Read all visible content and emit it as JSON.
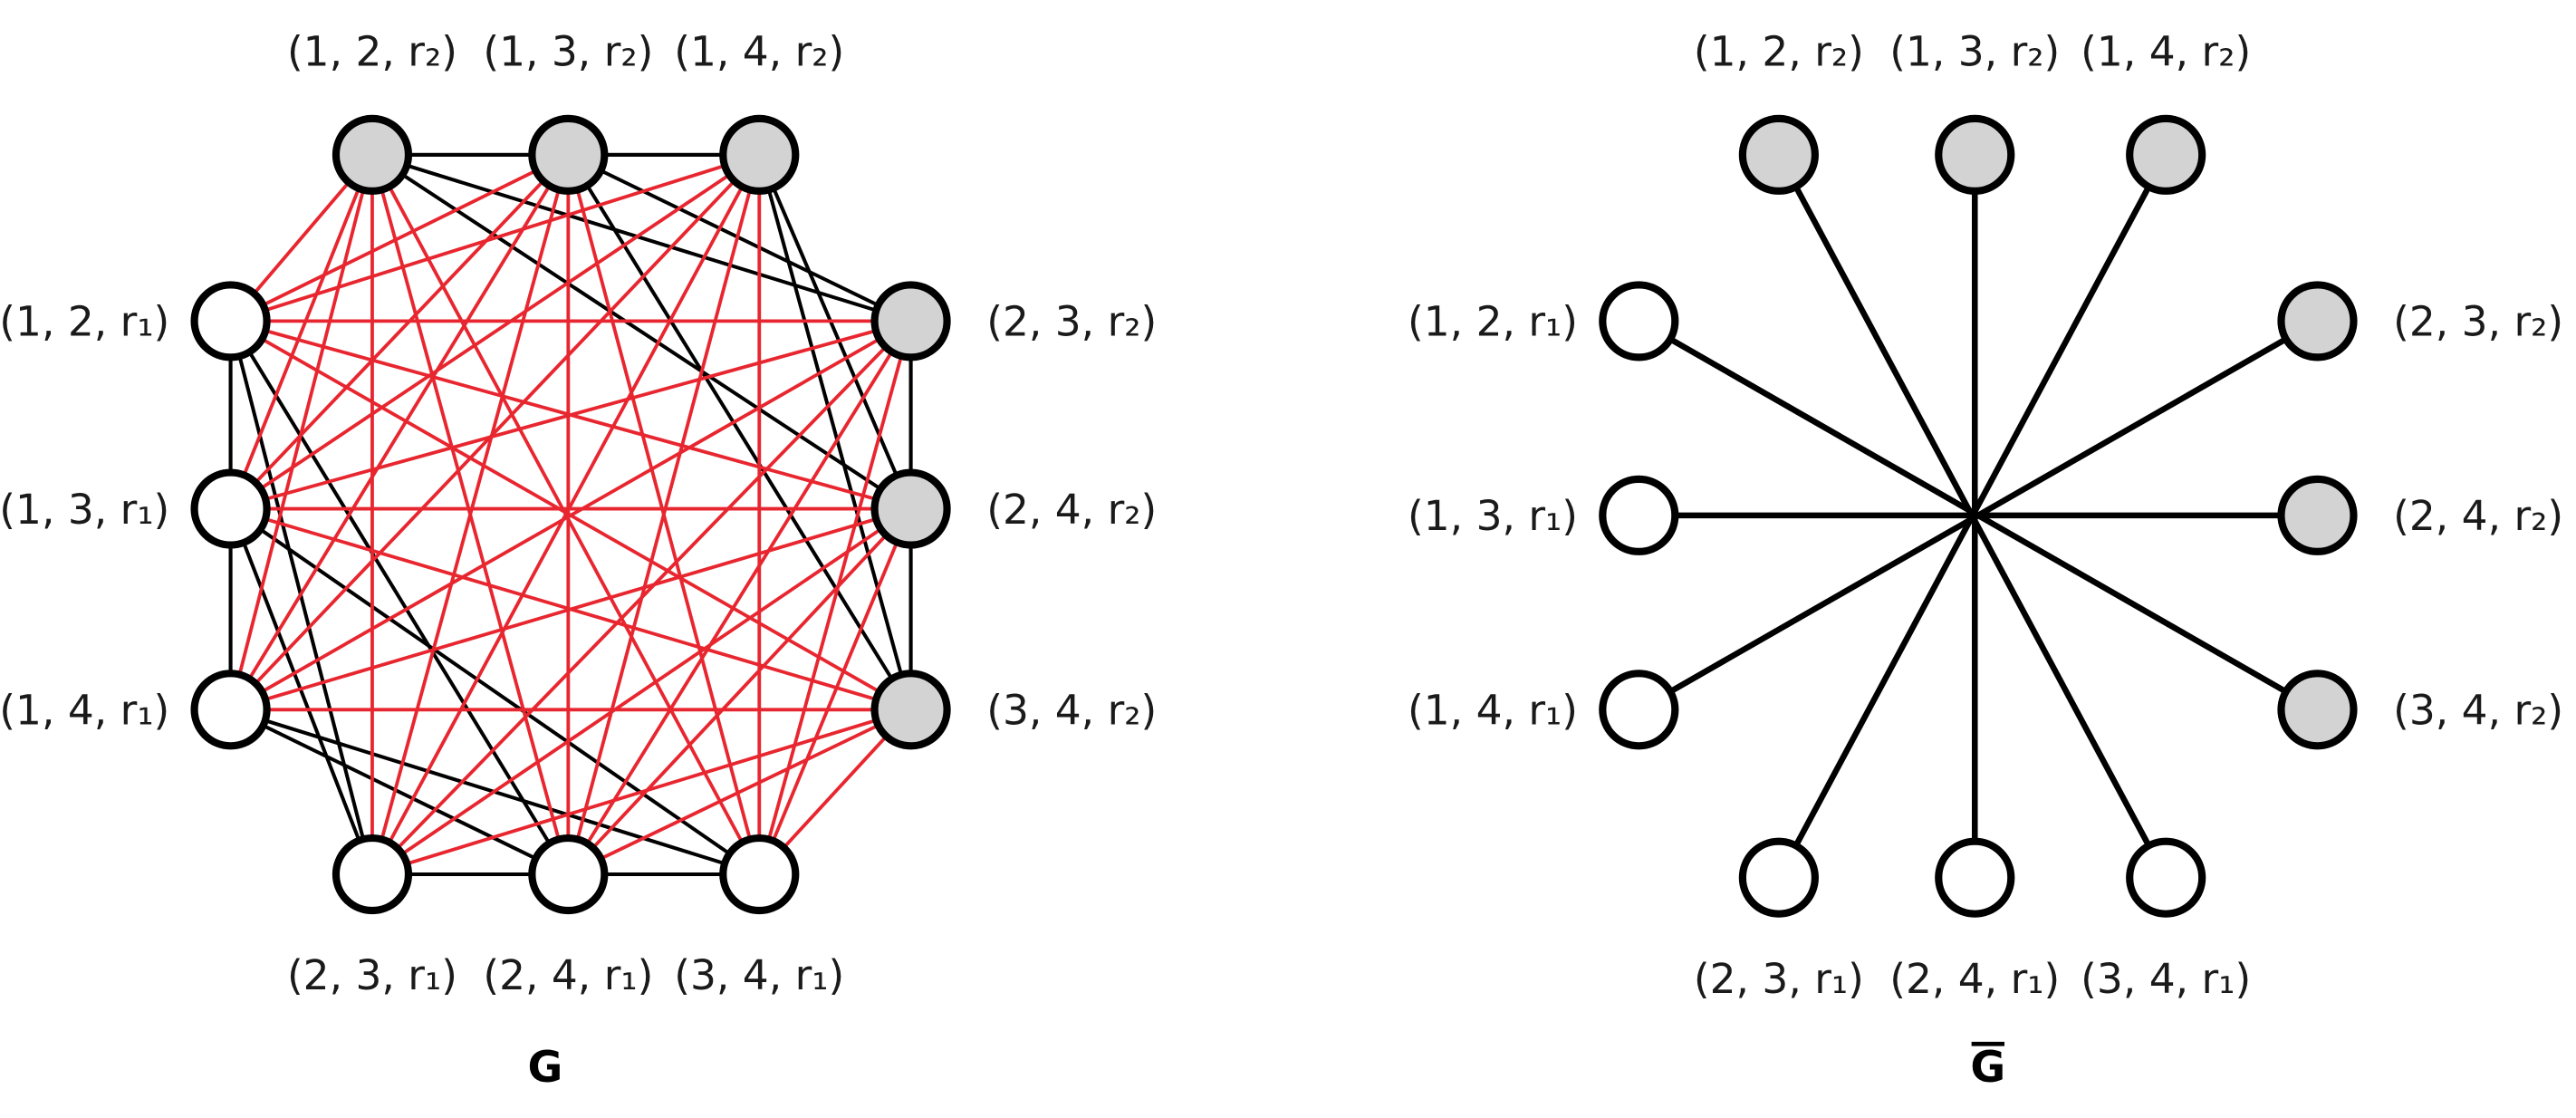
{
  "colors": {
    "background": "#ffffff",
    "edge_black": "#000000",
    "edge_red": "#e8262f",
    "node_r1_fill": "#ffffff",
    "node_r2_fill": "#d3d3d3",
    "node_stroke": "#000000"
  },
  "graph_g": {
    "title": "G",
    "nodes": [
      {
        "id": "12r2",
        "label": "(1, 2, r₂)",
        "type": "r2"
      },
      {
        "id": "13r2",
        "label": "(1, 3, r₂)",
        "type": "r2"
      },
      {
        "id": "14r2",
        "label": "(1, 4, r₂)",
        "type": "r2"
      },
      {
        "id": "23r2",
        "label": "(2, 3, r₂)",
        "type": "r2"
      },
      {
        "id": "24r2",
        "label": "(2, 4, r₂)",
        "type": "r2"
      },
      {
        "id": "34r2",
        "label": "(3, 4, r₂)",
        "type": "r2"
      },
      {
        "id": "12r1",
        "label": "(1, 2, r₁)",
        "type": "r1"
      },
      {
        "id": "13r1",
        "label": "(1, 3, r₁)",
        "type": "r1"
      },
      {
        "id": "14r1",
        "label": "(1, 4, r₁)",
        "type": "r1"
      },
      {
        "id": "23r1",
        "label": "(2, 3, r₁)",
        "type": "r1"
      },
      {
        "id": "24r1",
        "label": "(2, 4, r₁)",
        "type": "r1"
      },
      {
        "id": "34r1",
        "label": "(3, 4, r₁)",
        "type": "r1"
      }
    ],
    "edge_rule": "complete graph minus the six pairs (1,2)-(3,4), (1,3)-(2,4), (1,4)-(2,3) within the same r; edges joining an r1 node to an r2 node are red, all others black"
  },
  "graph_g_complement": {
    "title": "G",
    "title_overline": true,
    "nodes": [
      {
        "id": "12r2",
        "label": "(1, 2, r₂)",
        "type": "r2"
      },
      {
        "id": "13r2",
        "label": "(1, 3, r₂)",
        "type": "r2"
      },
      {
        "id": "14r2",
        "label": "(1, 4, r₂)",
        "type": "r2"
      },
      {
        "id": "23r2",
        "label": "(2, 3, r₂)",
        "type": "r2"
      },
      {
        "id": "24r2",
        "label": "(2, 4, r₂)",
        "type": "r2"
      },
      {
        "id": "34r2",
        "label": "(3, 4, r₂)",
        "type": "r2"
      },
      {
        "id": "12r1",
        "label": "(1, 2, r₁)",
        "type": "r1"
      },
      {
        "id": "13r1",
        "label": "(1, 3, r₁)",
        "type": "r1"
      },
      {
        "id": "14r1",
        "label": "(1, 4, r₁)",
        "type": "r1"
      },
      {
        "id": "23r1",
        "label": "(2, 3, r₁)",
        "type": "r1"
      },
      {
        "id": "24r1",
        "label": "(2, 4, r₁)",
        "type": "r1"
      },
      {
        "id": "34r1",
        "label": "(3, 4, r₁)",
        "type": "r1"
      }
    ],
    "edges": [
      [
        "12r2",
        "34r1"
      ],
      [
        "13r2",
        "24r1"
      ],
      [
        "14r2",
        "23r1"
      ],
      [
        "23r2",
        "14r1"
      ],
      [
        "24r2",
        "13r1"
      ],
      [
        "34r2",
        "12r1"
      ]
    ]
  }
}
